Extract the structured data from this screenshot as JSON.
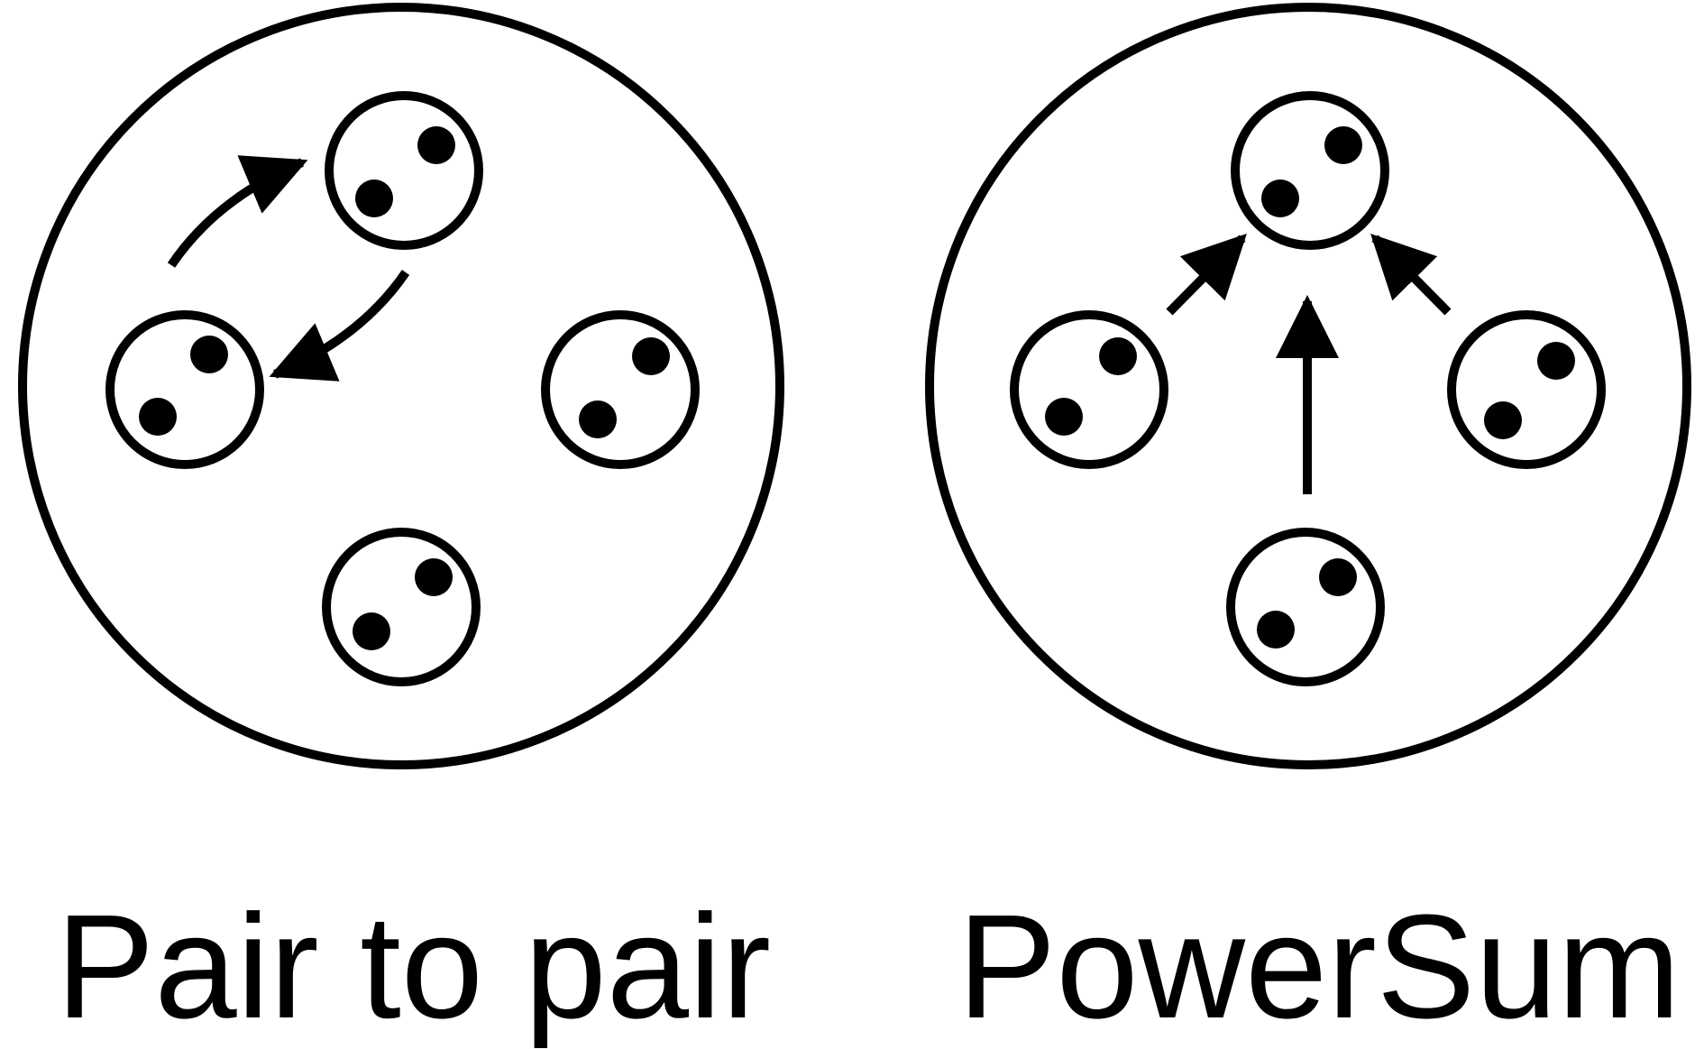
{
  "panels": [
    {
      "label": "Pair to pair",
      "edges": [
        {
          "from": "particle-left",
          "to": "particle-top",
          "style": "curved"
        },
        {
          "from": "particle-top",
          "to": "particle-left",
          "style": "curved"
        }
      ]
    },
    {
      "label": "PowerSum",
      "edges": [
        {
          "from": "particle-left",
          "to": "particle-top",
          "style": "straight"
        },
        {
          "from": "particle-right",
          "to": "particle-top",
          "style": "straight"
        },
        {
          "from": "particle-bottom",
          "to": "particle-top",
          "style": "straight"
        }
      ]
    }
  ],
  "colors": {
    "stroke": "#000000",
    "background": "#ffffff"
  }
}
